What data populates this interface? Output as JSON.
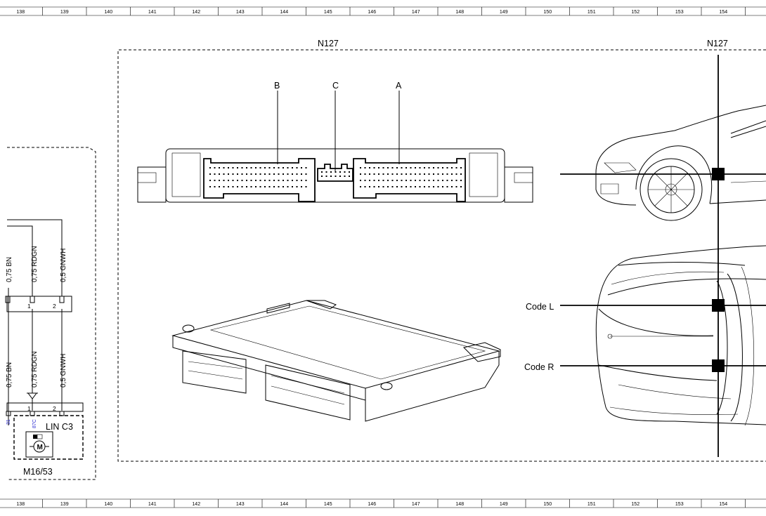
{
  "ruler": {
    "columns": [
      "138",
      "139",
      "140",
      "141",
      "142",
      "143",
      "144",
      "145",
      "146",
      "147",
      "148",
      "149",
      "150",
      "151",
      "152",
      "153",
      "154"
    ]
  },
  "control_unit": {
    "name_top": "N127",
    "name_right": "N127",
    "connectors": {
      "b": "B",
      "c": "C",
      "a": "A"
    }
  },
  "vehicle_view": {
    "code_l": "Code L",
    "code_r": "Code R"
  },
  "wires": [
    {
      "label": "0,75 BN"
    },
    {
      "label": "0,75 RDGN"
    },
    {
      "label": "0,5 GNWH"
    }
  ],
  "connector_pins": {
    "upper": [
      "1",
      "2"
    ],
    "lower": [
      "1",
      "2"
    ],
    "blue_left": "31",
    "blue_mid": "87C"
  },
  "component": {
    "bus": "LIN C3",
    "name": "M16/53",
    "icon": "motor-icon"
  }
}
